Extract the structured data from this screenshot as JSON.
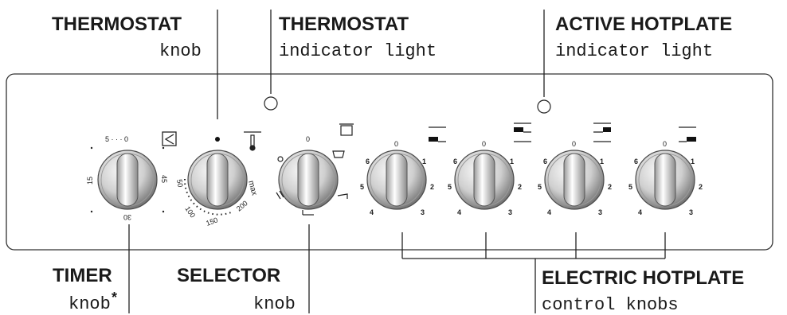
{
  "labels": {
    "thermostat_knob": {
      "title": "THERMOSTAT",
      "sub": "knob"
    },
    "thermostat_light": {
      "title": "THERMOSTAT",
      "sub": "indicator light"
    },
    "active_hotplate_light": {
      "title": "ACTIVE HOTPLATE",
      "sub": "indicator light"
    },
    "timer_knob": {
      "title": "TIMER",
      "sub": "knob",
      "asterisk": "*"
    },
    "selector_knob": {
      "title": "SELECTOR",
      "sub": "knob"
    },
    "electric_hotplate": {
      "title": "ELECTRIC HOTPLATE",
      "sub": "control knobs"
    }
  },
  "timer_dial": {
    "top": "5 · · · 0",
    "left": "15",
    "right": "45",
    "bottom": "30"
  },
  "thermostat_dial": {
    "max": "max",
    "t200": "200",
    "t150": "150",
    "t100": "100",
    "t50": "50"
  },
  "selector_dial": {
    "top": "0"
  },
  "hotplate_dial": {
    "zero": "0",
    "one": "1",
    "two": "2",
    "three": "3",
    "four": "4",
    "five": "5",
    "six": "6"
  },
  "colors": {
    "ink": "#1a1a1a",
    "panel": "#ffffff",
    "knob_light": "#f2f2f2",
    "knob_mid": "#bdbdbd",
    "knob_dark": "#6e6e6e"
  }
}
